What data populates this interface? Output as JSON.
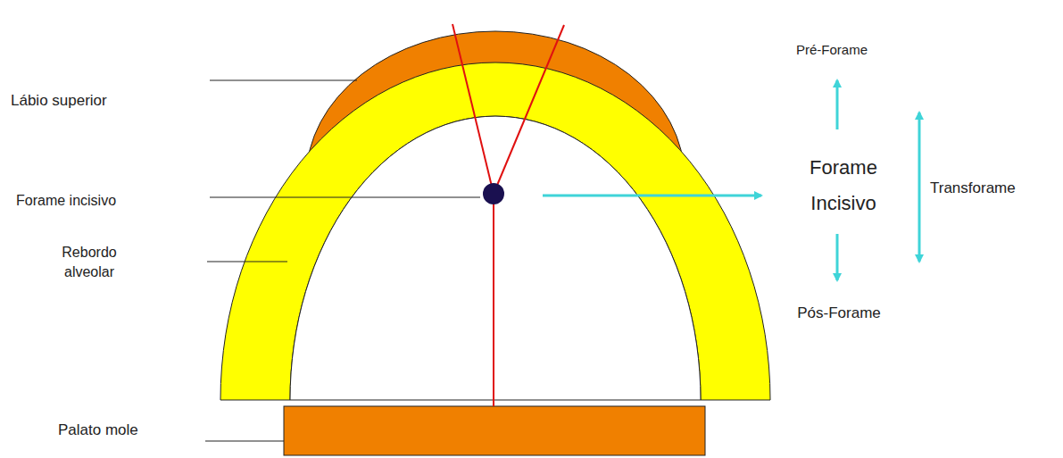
{
  "diagram": {
    "labels": [
      "Lábio superior",
      "Forame incisivo",
      "Rebordo alveolar",
      "Palato mole",
      "Pré-Forame",
      "Forame Incisivo",
      "Transforame",
      "Pós-Forame"
    ]
  }
}
